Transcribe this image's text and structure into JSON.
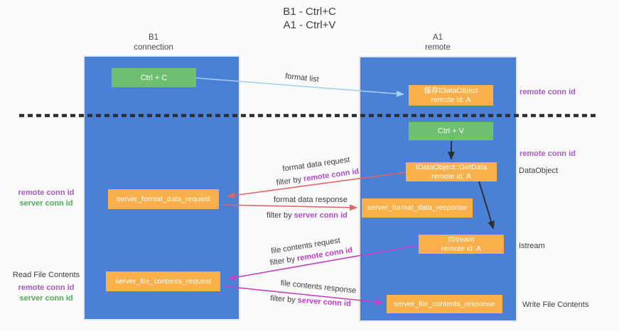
{
  "title": {
    "line1": "B1 - Ctrl+C",
    "line2": "A1 - Ctrl+V"
  },
  "lanes": {
    "left": {
      "name": "B1",
      "role": "connection"
    },
    "right": {
      "name": "A1",
      "role": "remote"
    }
  },
  "boxes": {
    "ctrl_c": {
      "label": "Ctrl + C"
    },
    "ctrl_v": {
      "label": "Ctrl + V"
    },
    "save_idataobject": {
      "line1": "保存IDataObject",
      "line2": "remote id: A"
    },
    "getdata": {
      "line1": "IDataObject::GetData",
      "line2": "remote id: A"
    },
    "istream": {
      "line1": "IStream",
      "line2": "remote id: A"
    },
    "format_request": {
      "label": "server_format_data_request"
    },
    "format_response": {
      "label": "server_format_data_response"
    },
    "file_request": {
      "label": "server_file_contents_request"
    },
    "file_response": {
      "label": "server_file_contents_response"
    }
  },
  "arrows": {
    "format_list": {
      "label": "format list"
    },
    "format_request": {
      "label": "format data request",
      "filter_prefix": "filter by ",
      "filter_key": "remote conn id"
    },
    "format_response": {
      "label": "format data response",
      "filter_prefix": "filter by ",
      "filter_key": "server conn id"
    },
    "file_request": {
      "label": "file contents request",
      "filter_prefix": "filter by ",
      "filter_key": "remote conn id"
    },
    "file_response": {
      "label": "file contents response",
      "filter_prefix": "filter by ",
      "filter_key": "server conn id"
    }
  },
  "annotations": {
    "left_format_remote": "remote conn id",
    "left_format_server": "server conn id",
    "read_file_contents": "Read File Contents",
    "left_file_remote": "remote conn id",
    "left_file_server": "server conn id",
    "right_top_remote": "remote conn id",
    "right_mid_remote": "remote conn id",
    "dataobject": "DataObject",
    "istream": "Istream",
    "write_file_contents": "Write File Contents"
  },
  "colors": {
    "lane_blue": "#4a80d5",
    "box_orange": "#f9b04a",
    "box_green": "#6ec071",
    "arrow_light_blue": "#a3d1f0",
    "arrow_black": "#2f2f2f",
    "arrow_red": "#e06666",
    "arrow_magenta": "#c53fc5",
    "divider_black": "#2f2f2f",
    "text_purple": "#a85ac4",
    "text_green": "#4fae55"
  }
}
